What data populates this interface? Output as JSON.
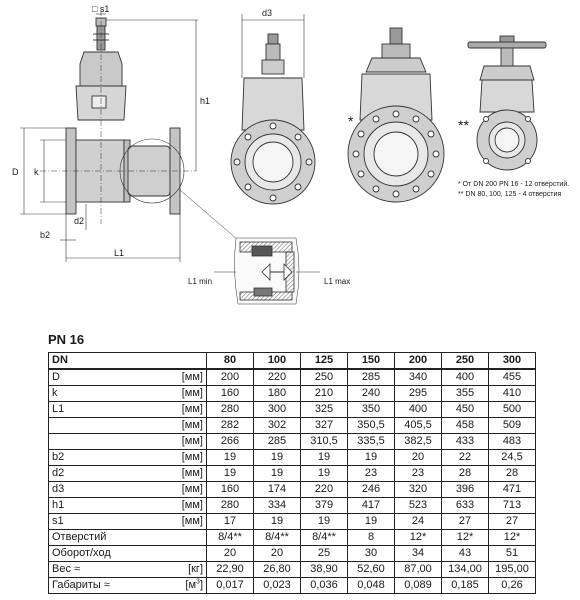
{
  "drawing": {
    "dims": {
      "s1": "□ s1",
      "d3": "d3",
      "h1": "h1",
      "D": "D",
      "k": "k",
      "d2": "d2",
      "b2": "b2",
      "L1": "L1",
      "L1min": "L1 min",
      "L1max": "L1 max"
    },
    "star1": "*",
    "star2": "**"
  },
  "footnotes": [
    "* От DN 200 PN 16 - 12 отверстий.",
    "** DN 80, 100, 125 - 4 отверстия"
  ],
  "table": {
    "title": "PN 16",
    "header": [
      "DN",
      "80",
      "100",
      "125",
      "150",
      "200",
      "250",
      "300"
    ],
    "rows": [
      {
        "param": "D",
        "unit": "[мм]",
        "values": [
          "200",
          "220",
          "250",
          "285",
          "340",
          "400",
          "455"
        ]
      },
      {
        "param": "k",
        "unit": "[мм]",
        "values": [
          "160",
          "180",
          "210",
          "240",
          "295",
          "355",
          "410"
        ]
      },
      {
        "param": "L1",
        "unit": "[мм]",
        "values": [
          "280",
          "300",
          "325",
          "350",
          "400",
          "450",
          "500"
        ]
      },
      {
        "param": "",
        "unit": "[мм]",
        "values": [
          "282",
          "302",
          "327",
          "350,5",
          "405,5",
          "458",
          "509"
        ]
      },
      {
        "param": "",
        "unit": "[мм]",
        "values": [
          "266",
          "285",
          "310,5",
          "335,5",
          "382,5",
          "433",
          "483"
        ]
      },
      {
        "param": "b2",
        "unit": "[мм]",
        "values": [
          "19",
          "19",
          "19",
          "19",
          "20",
          "22",
          "24,5"
        ]
      },
      {
        "param": "d2",
        "unit": "[мм]",
        "values": [
          "19",
          "19",
          "19",
          "23",
          "23",
          "28",
          "28"
        ]
      },
      {
        "param": "d3",
        "unit": "[мм]",
        "values": [
          "160",
          "174",
          "220",
          "246",
          "320",
          "396",
          "471"
        ]
      },
      {
        "param": "h1",
        "unit": "[мм]",
        "values": [
          "280",
          "334",
          "379",
          "417",
          "523",
          "633",
          "713"
        ]
      },
      {
        "param": "s1",
        "unit": "[мм]",
        "values": [
          "17",
          "19",
          "19",
          "19",
          "24",
          "27",
          "27"
        ]
      },
      {
        "param": "Отверстий",
        "unit": "",
        "values": [
          "8/4**",
          "8/4**",
          "8/4**",
          "8",
          "12*",
          "12*",
          "12*"
        ]
      },
      {
        "param": "Оборот/ход",
        "unit": "",
        "values": [
          "20",
          "20",
          "25",
          "30",
          "34",
          "43",
          "51"
        ]
      },
      {
        "param": "Вес ≈",
        "unit": "[кг]",
        "values": [
          "22,90",
          "26,80",
          "38,90",
          "52,60",
          "87,00",
          "134,00",
          "195,00"
        ]
      },
      {
        "param": "Габариты ≈",
        "unit": "[м³]",
        "values": [
          "0,017",
          "0,023",
          "0,036",
          "0,048",
          "0,089",
          "0,185",
          "0,26"
        ]
      }
    ]
  }
}
